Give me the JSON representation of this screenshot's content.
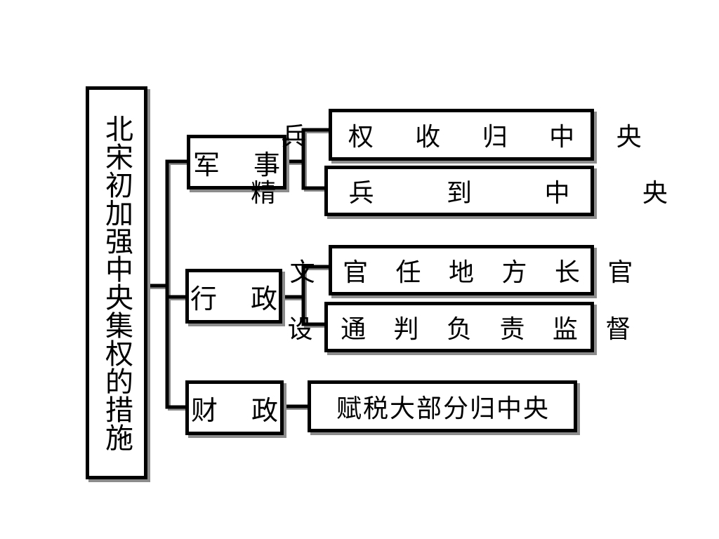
{
  "root": {
    "label": "北宋初加强中央集权的措施"
  },
  "categories": [
    {
      "label": "军 事",
      "items": [
        "兵 权 收 归 中 央",
        "精 兵 到 中 央"
      ]
    },
    {
      "label": "行 政",
      "items": [
        "文 官 任 地 方 长 官",
        "设 通 判 负 责 监 督"
      ]
    },
    {
      "label": "财 政",
      "items": [
        "赋税大部分归中央"
      ]
    }
  ]
}
